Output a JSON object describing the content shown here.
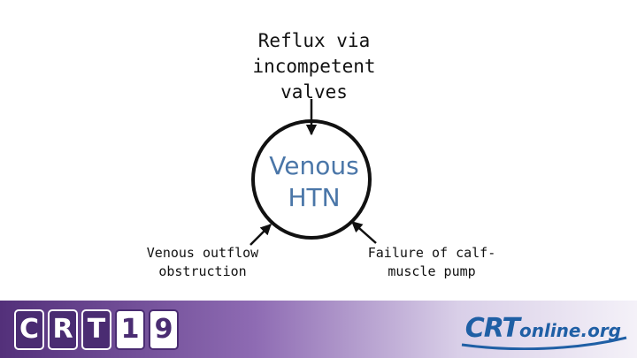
{
  "diagram": {
    "center": [
      "Venous",
      "HTN"
    ],
    "top_cause": [
      "Reflux via",
      "incompetent",
      "valves"
    ],
    "left_cause": [
      "Venous outflow",
      "obstruction"
    ],
    "right_cause": [
      "Failure of calf-",
      "muscle pump"
    ],
    "center_color": "#4a76a8"
  },
  "footer": {
    "event_logo_chars": [
      "C",
      "R",
      "T",
      "1",
      "9"
    ],
    "site_logo": {
      "main": "CRT",
      "suffix": "online.org"
    }
  }
}
